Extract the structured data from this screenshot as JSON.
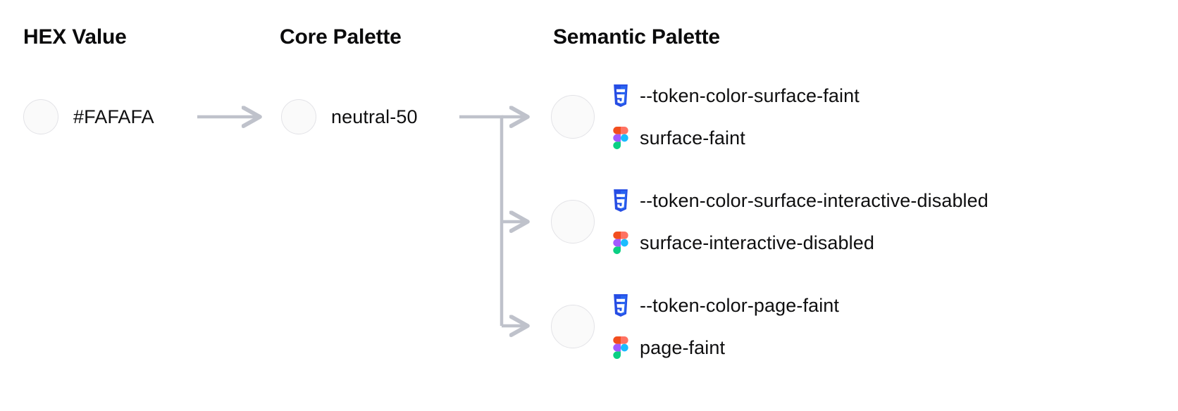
{
  "columns": {
    "hex": {
      "heading": "HEX Value"
    },
    "core": {
      "heading": "Core Palette"
    },
    "semantic": {
      "heading": "Semantic Palette"
    }
  },
  "hex": {
    "value": "#FAFAFA",
    "swatch_color": "#FAFAFA"
  },
  "core": {
    "value": "neutral-50",
    "swatch_color": "#FAFAFA"
  },
  "semantic": {
    "rows": [
      {
        "css_token": "--token-color-surface-faint",
        "figma_token": "surface-faint",
        "swatch_color": "#FAFAFA",
        "css_icon": "css3-icon",
        "figma_icon": "figma-icon"
      },
      {
        "css_token": "--token-color-surface-interactive-disabled",
        "figma_token": "surface-interactive-disabled",
        "swatch_color": "#FAFAFA",
        "css_icon": "css3-icon",
        "figma_icon": "figma-icon"
      },
      {
        "css_token": "--token-color-page-faint",
        "figma_token": "page-faint",
        "swatch_color": "#FAFAFA",
        "css_icon": "css3-icon",
        "figma_icon": "figma-icon"
      }
    ]
  },
  "colors": {
    "background": "#FFFFFF",
    "text": "#0F0F10",
    "swatch_border": "#E3E3E7",
    "connector": "#BFC2CB",
    "css_icon_shield": "#264DE4",
    "css_icon_shield_dark": "#2965F1",
    "css_icon_glyph": "#FFFFFF",
    "figma_orange": "#F24E1E",
    "figma_salmon": "#FF7262",
    "figma_purple": "#A259FF",
    "figma_cyan": "#1ABCFE",
    "figma_green": "#0ACF83"
  },
  "connectors": {
    "arrow_hex_to_core": "arrow-right",
    "arrow_core_to_semantic_0": "arrow-right",
    "arrow_core_to_semantic_1": "arrow-right",
    "arrow_core_to_semantic_2": "arrow-right"
  }
}
